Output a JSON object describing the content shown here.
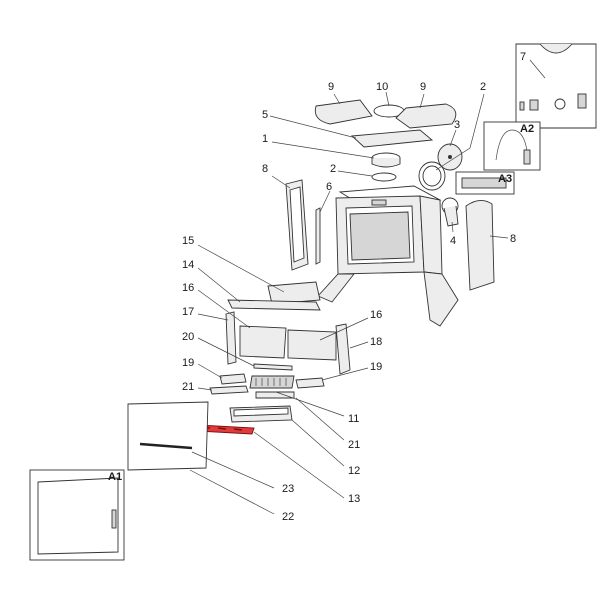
{
  "callouts": {
    "c1": "1",
    "c2a": "2",
    "c2b": "2",
    "c3": "3",
    "c4": "4",
    "c5": "5",
    "c6": "6",
    "c7": "7",
    "c8a": "8",
    "c8b": "8",
    "c9a": "9",
    "c9b": "9",
    "c10": "10",
    "c11": "11",
    "c12": "12",
    "c13": "13",
    "c14": "14",
    "c15": "15",
    "c16a": "16",
    "c16b": "16",
    "c17": "17",
    "c18": "18",
    "c19a": "19",
    "c19b": "19",
    "c20": "20",
    "c21a": "21",
    "c21b": "21",
    "c22": "22",
    "c23": "23"
  },
  "insets": {
    "a1": "A1",
    "a2": "A2",
    "a3": "A3"
  },
  "colors": {
    "highlight": "#e23b3b",
    "line": "#333333",
    "fill": "#ededed"
  }
}
